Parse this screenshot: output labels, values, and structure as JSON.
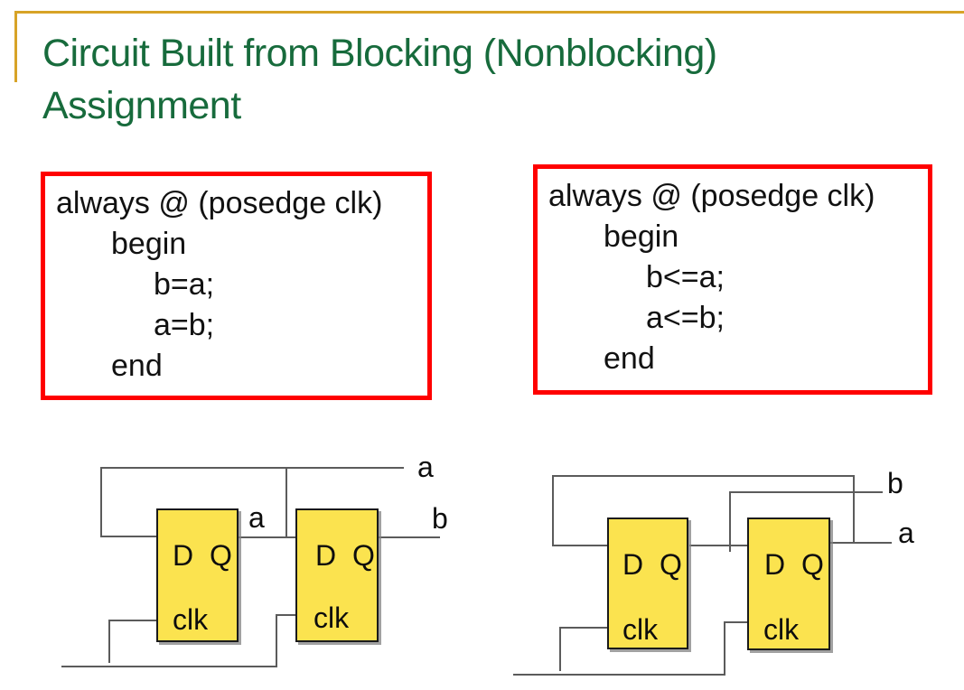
{
  "slide": {
    "title_line1": "Circuit Built from Blocking (Nonblocking)",
    "title_line2": "Assignment"
  },
  "code_blocks": {
    "blocking": {
      "lines": [
        "always @ (posedge clk)",
        "begin",
        "b=a;",
        "a=b;",
        "end"
      ]
    },
    "nonblocking": {
      "lines": [
        "always @ (posedge clk)",
        "begin",
        "b<=a;",
        "a<=b;",
        "end"
      ]
    }
  },
  "diagrams": {
    "blocking": {
      "ff1": {
        "d_label": "D",
        "q_label": "Q",
        "clk_label": "clk"
      },
      "ff2": {
        "d_label": "D",
        "q_label": "Q",
        "clk_label": "clk"
      },
      "net_top_label": "a",
      "net_mid_label": "a",
      "net_out_label": "b"
    },
    "nonblocking": {
      "ff1": {
        "d_label": "D",
        "q_label": "Q",
        "clk_label": "clk"
      },
      "ff2": {
        "d_label": "D",
        "q_label": "Q",
        "clk_label": "clk"
      },
      "net_feedback_label": "b",
      "net_out_label": "a"
    }
  },
  "colors": {
    "title_text": "#176B3C",
    "accent_line": "#D7A327",
    "code_border": "#FF0000",
    "flipflop_fill": "#FBE34F",
    "wire": "#5B5B5B"
  }
}
